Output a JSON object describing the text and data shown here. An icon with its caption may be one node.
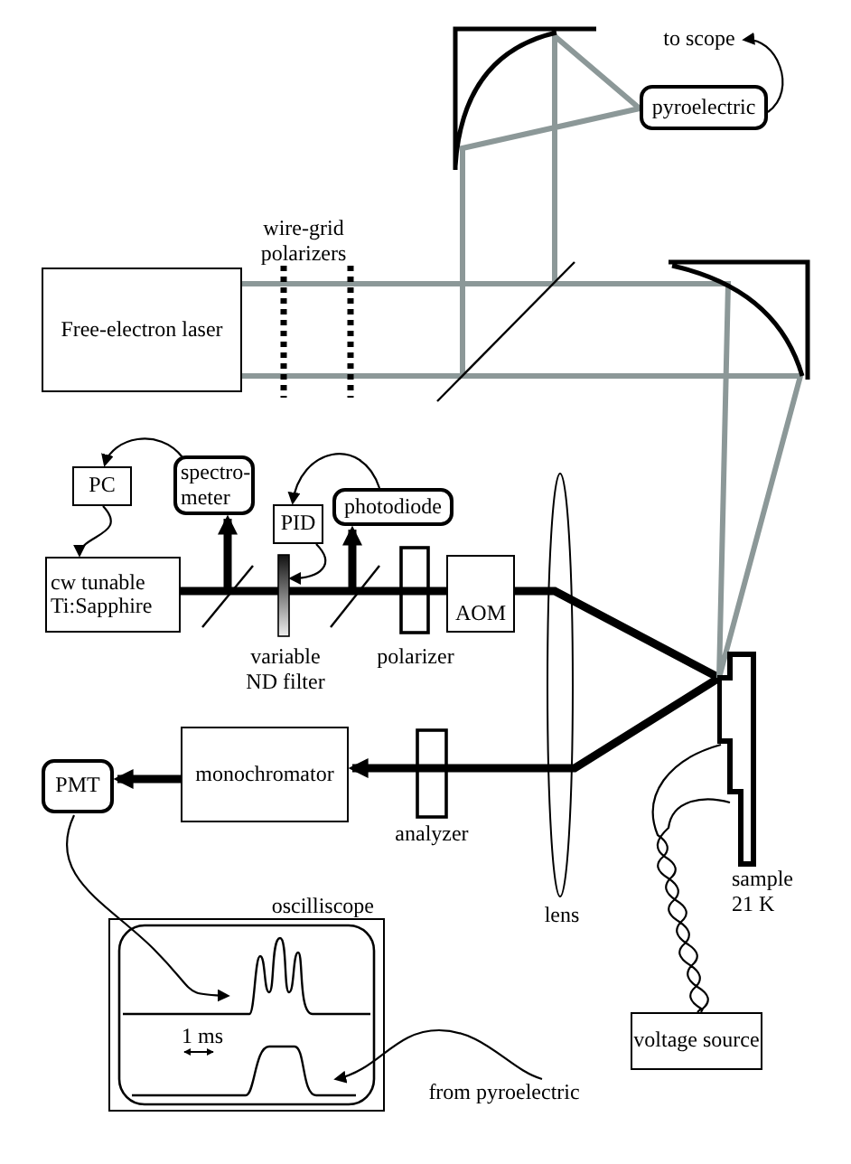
{
  "diagram": {
    "nodes": [
      {
        "text": [
          "Free-electron laser"
        ]
      },
      {
        "text": [
          "pyroelectric"
        ]
      },
      {
        "text": [
          "PC"
        ]
      },
      {
        "text": [
          "spectro- meter"
        ]
      },
      {
        "text": [
          "PID"
        ]
      },
      {
        "text": [
          "photodiode"
        ]
      },
      {
        "text": [
          "cw tunable Ti:Sapphire"
        ]
      },
      {
        "text": [
          "AOM"
        ]
      },
      {
        "text": [
          "monochromator"
        ]
      },
      {
        "text": [
          "PMT"
        ]
      },
      {
        "text": [
          "oscilliscope"
        ]
      },
      {
        "text": [
          "voltage source"
        ]
      },
      {
        "text": [],
        "shape": "bar",
        "beside": [
          "sample 21 K"
        ]
      },
      {
        "text": [
          "to scope"
        ]
      },
      {
        "text": [
          "from pyroelectric"
        ]
      }
    ],
    "edges": [
      {
        "from": 6,
        "to": 7,
        "arrow": "none",
        "style": "thick"
      },
      {
        "from": 7,
        "to": 12,
        "arrow": "none",
        "style": "thick"
      },
      {
        "from": 12,
        "to": 8,
        "arrow": "to",
        "style": "thick"
      },
      {
        "from": 8,
        "to": 9,
        "arrow": "to",
        "style": "thick"
      },
      {
        "from": 0,
        "to": 12,
        "arrow": "none",
        "style": "thick",
        "color": "#8c9898"
      },
      {
        "from": 0,
        "to": 1,
        "arrow": "none",
        "style": "thick",
        "color": "#8c9898"
      },
      {
        "from": null,
        "to": 3,
        "arrow": "to",
        "style": "thick"
      },
      {
        "from": null,
        "to": 5,
        "arrow": "to",
        "style": "thick"
      },
      {
        "from": 3,
        "to": 2,
        "arrow": "to"
      },
      {
        "from": 2,
        "to": 6,
        "arrow": "to"
      },
      {
        "from": 5,
        "to": 4,
        "arrow": "to"
      },
      {
        "from": 4,
        "to": null,
        "arrow": "to"
      },
      {
        "from": 1,
        "to": 13,
        "arrow": "to"
      },
      {
        "from": 9,
        "to": 10,
        "arrow": "to"
      },
      {
        "from": 14,
        "to": 10,
        "arrow": "to"
      },
      {
        "from": 12,
        "to": 11,
        "arrow": "none"
      }
    ],
    "labels": [
      "wire-grid polarizers",
      "variable ND filter",
      "polarizer",
      "analyzer",
      "lens",
      "1 ms"
    ]
  }
}
